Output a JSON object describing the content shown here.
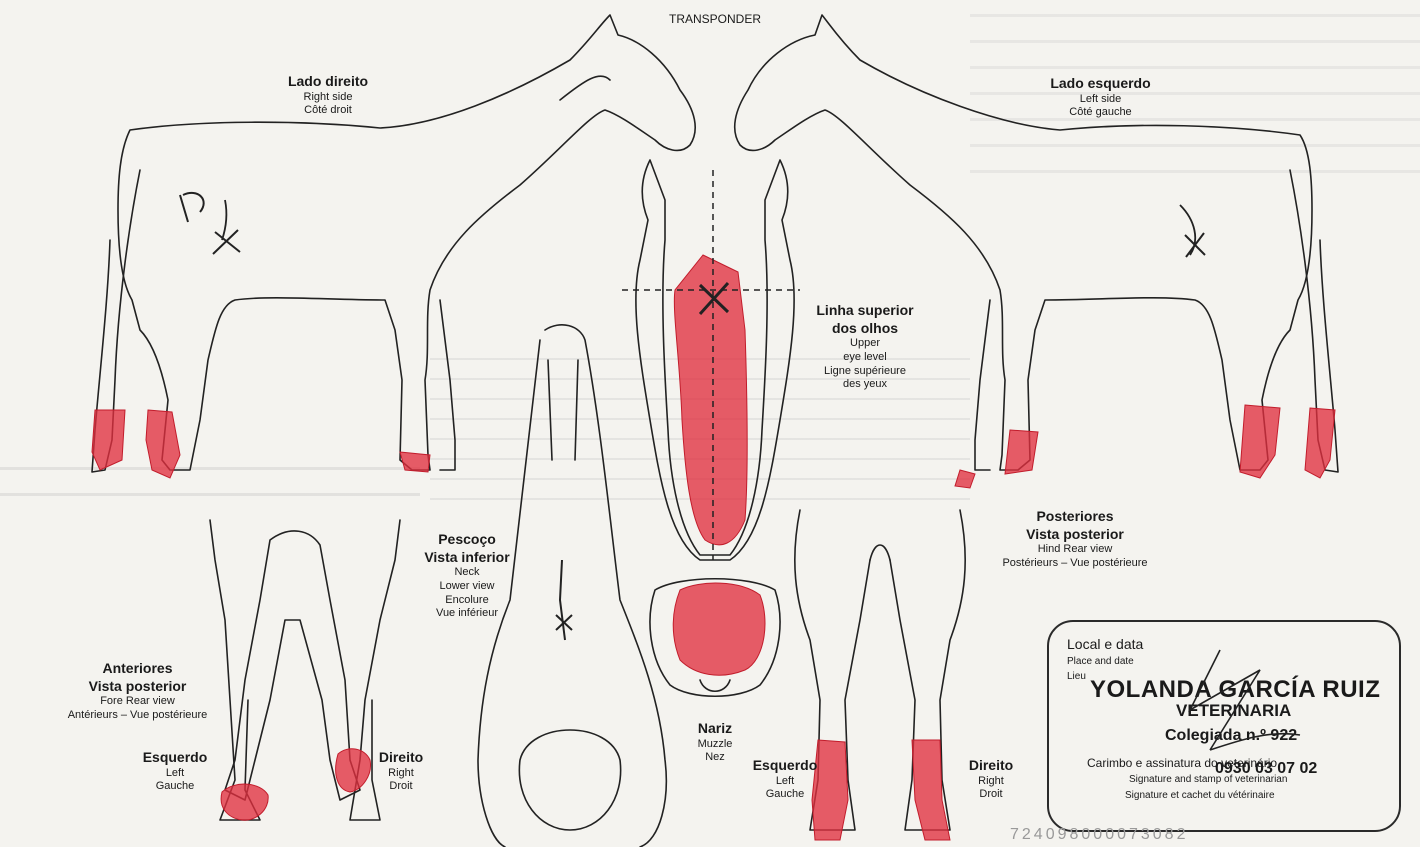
{
  "header": {
    "transponder": "TRANSPONDER"
  },
  "right_side": {
    "pt": "Lado direito",
    "en": "Right side",
    "fr": "Côté droit"
  },
  "left_side": {
    "pt": "Lado esquerdo",
    "en": "Left side",
    "fr": "Côté gauche"
  },
  "eye_line": {
    "pt1": "Linha superior",
    "pt2": "dos olhos",
    "en1": "Upper",
    "en2": "eye level",
    "fr1": "Ligne supérieure",
    "fr2": "des yeux"
  },
  "neck": {
    "pt1": "Pescoço",
    "pt2": "Vista inferior",
    "en1": "Neck",
    "en2": "Lower view",
    "fr1": "Encolure",
    "fr2": "Vue inférieur"
  },
  "fore": {
    "pt1": "Anteriores",
    "pt2": "Vista posterior",
    "en": "Fore Rear view",
    "fr": "Antérieurs – Vue postérieure"
  },
  "fore_left": {
    "pt": "Esquerdo",
    "en": "Left",
    "fr": "Gauche"
  },
  "fore_right": {
    "pt": "Direito",
    "en": "Right",
    "fr": "Droit"
  },
  "hind": {
    "pt1": "Posteriores",
    "pt2": "Vista posterior",
    "en": "Hind Rear view",
    "fr": "Postérieurs – Vue postérieure"
  },
  "hind_left": {
    "pt": "Esquerdo",
    "en": "Left",
    "fr": "Gauche"
  },
  "hind_right": {
    "pt": "Direito",
    "en": "Right",
    "fr": "Droit"
  },
  "muzzle": {
    "pt": "Nariz",
    "en": "Muzzle",
    "fr": "Nez"
  },
  "stamp": {
    "place_pt": "Local e data",
    "place_en": "Place and date",
    "place_fr": "Lieu",
    "name": "YOLANDA GARCÍA RUIZ",
    "title": "VETERINARIA",
    "colegiada": "Colegiada n.º 922",
    "sign_pt": "Carimbo e assinatura do veterinário",
    "sign_en": "Signature and stamp of veterinarian",
    "sign_fr": "Signature et cachet du vétérinaire",
    "code": "0930 03 07 02"
  },
  "bottom_code": "724098000073082",
  "handwriting": {
    "mark": "P"
  },
  "colors": {
    "marking_red": "#e0303f",
    "ink": "#222222",
    "paper": "#f4f3ef"
  }
}
